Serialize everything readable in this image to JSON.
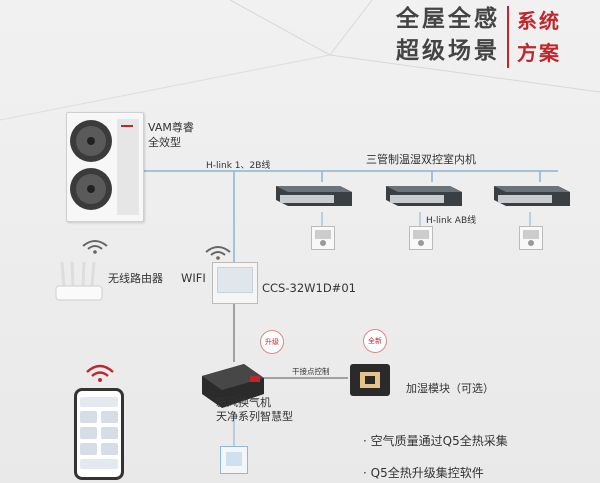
{
  "header": {
    "title_line1": "全屋全感",
    "title_line2": "超级场景",
    "red_line1": "系统",
    "red_line2": "方案"
  },
  "outdoor_unit": {
    "label_line1": "VAM尊睿",
    "label_line2": "全效型"
  },
  "links": {
    "h_link_12": "H-link 1、2B线",
    "h_link_ab": "H-link AB线",
    "dry_contact": "干接点控制"
  },
  "indoor_units": {
    "label": "三管制温湿双控室内机",
    "count": 3
  },
  "router": {
    "label": "无线路由器"
  },
  "controller": {
    "wifi_label": "WIFI",
    "model": "CCS-32W1D#01"
  },
  "ventilator": {
    "badge": "升级",
    "label_line1": "新风换气机",
    "label_line2": "天净系列智慧型"
  },
  "humidifier": {
    "badge": "全新",
    "label": "加湿模块（可选）"
  },
  "bullets": [
    "· 空气质量通过Q5全热采集",
    "· Q5全热升级集控软件"
  ],
  "colors": {
    "accent_red": "#c0262c",
    "link_line": "#86b3d6",
    "wire": "#555555"
  }
}
